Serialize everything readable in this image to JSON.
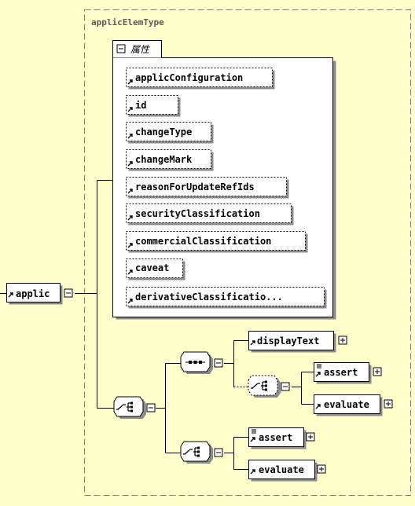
{
  "type_name": "applicElemType",
  "attributes_tab_label": "属性",
  "root_element": "applic",
  "attributes": [
    "applicConfiguration",
    "id",
    "changeType",
    "changeMark",
    "reasonForUpdateRefIds",
    "securityClassification",
    "commercialClassification",
    "caveat",
    "derivativeClassificatio..."
  ],
  "nodes": {
    "display_text": "displayText",
    "assert_inner": "assert",
    "evaluate_inner": "evaluate",
    "assert_outer": "assert",
    "evaluate_outer": "evaluate"
  },
  "colors": {
    "background": "#FFFFCC",
    "border_dashed": "#808080",
    "shadow": "#8c8c8c",
    "box_fill": "#FFFFFF"
  }
}
